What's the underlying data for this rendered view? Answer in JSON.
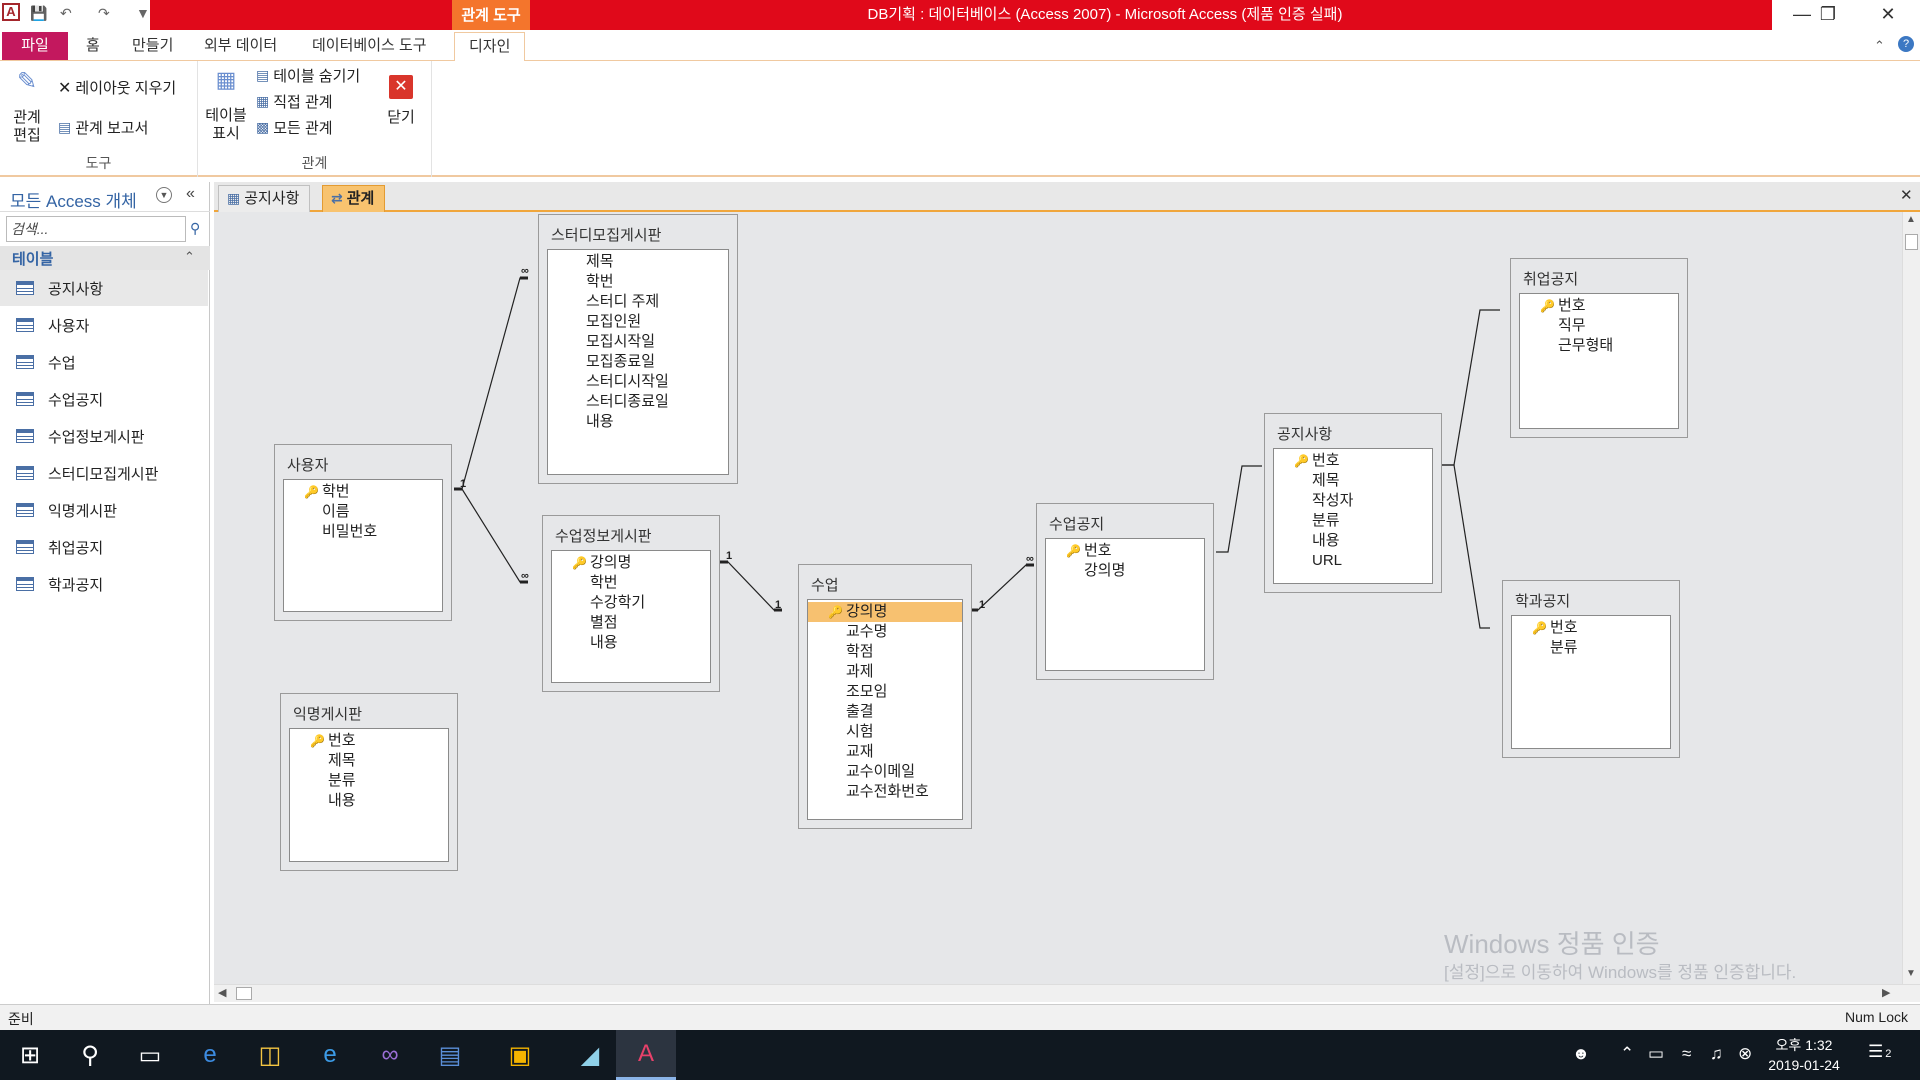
{
  "titlebar": {
    "context_tab": "관계 도구",
    "title": "DB기획 : 데이터베이스 (Access 2007)  -  Microsoft Access (제품 인증 실패)",
    "app_letter": "A"
  },
  "ribbon_tabs": [
    "파일",
    "홈",
    "만들기",
    "외부 데이터",
    "데이터베이스 도구",
    "디자인"
  ],
  "ribbon": {
    "groups": [
      {
        "label": "도구",
        "large": {
          "line1": "관계",
          "line2": "편집"
        },
        "small": [
          "레이아웃 지우기",
          "관계 보고서"
        ]
      },
      {
        "label": "관계",
        "large": {
          "line1": "테이블",
          "line2": "표시"
        },
        "small": [
          "테이블 숨기기",
          "직접 관계",
          "모든 관계"
        ],
        "large2": "닫기"
      }
    ]
  },
  "nav": {
    "title": "모든 Access 개체",
    "search_placeholder": "검색...",
    "group": "테이블",
    "items": [
      "공지사항",
      "사용자",
      "수업",
      "수업공지",
      "수업정보게시판",
      "스터디모집게시판",
      "익명게시판",
      "취업공지",
      "학과공지"
    ]
  },
  "doc_tabs": [
    "공지사항",
    "관계"
  ],
  "tables": {
    "user": {
      "name": "사용자",
      "fields": [
        "학번",
        "이름",
        "비밀번호"
      ]
    },
    "study": {
      "name": "스터디모집게시판",
      "fields": [
        "제목",
        "학번",
        "스터디 주제",
        "모집인원",
        "모집시작일",
        "모집종료일",
        "스터디시작일",
        "스터디종료일",
        "내용"
      ]
    },
    "classinfo": {
      "name": "수업정보게시판",
      "fields": [
        "강의명",
        "학번",
        "수강학기",
        "별점",
        "내용"
      ]
    },
    "class": {
      "name": "수업",
      "fields": [
        "강의명",
        "교수명",
        "학점",
        "과제",
        "조모임",
        "출결",
        "시험",
        "교재",
        "교수이메일",
        "교수전화번호"
      ]
    },
    "classnotice": {
      "name": "수업공지",
      "fields": [
        "번호",
        "강의명"
      ]
    },
    "notice": {
      "name": "공지사항",
      "fields": [
        "번호",
        "제목",
        "작성자",
        "분류",
        "내용",
        "URL"
      ]
    },
    "job": {
      "name": "취업공지",
      "fields": [
        "번호",
        "직무",
        "근무형태"
      ]
    },
    "dept": {
      "name": "학과공지",
      "fields": [
        "번호",
        "분류"
      ]
    },
    "anon": {
      "name": "익명게시판",
      "fields": [
        "번호",
        "제목",
        "분류",
        "내용"
      ]
    }
  },
  "relations": {
    "one": "1",
    "many": "∞"
  },
  "watermark": {
    "line1": "Windows 정품 인증",
    "line2": "[설정]으로 이동하여 Windows를 정품 인증합니다."
  },
  "status": {
    "left": "준비",
    "right": "Num Lock"
  },
  "taskbar": {
    "time": "오후 1:32",
    "date": "2019-01-24",
    "notifications": "2"
  }
}
